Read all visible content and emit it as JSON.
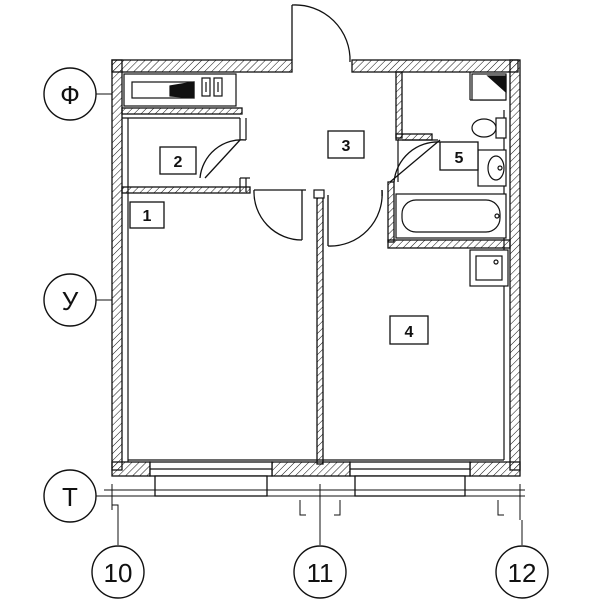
{
  "axes": {
    "rows": [
      {
        "id": "f",
        "label": "Ф"
      },
      {
        "id": "u",
        "label": "У"
      },
      {
        "id": "t",
        "label": "Т"
      }
    ],
    "columns": [
      {
        "id": "10",
        "label": "10"
      },
      {
        "id": "11",
        "label": "11"
      },
      {
        "id": "12",
        "label": "12"
      }
    ]
  },
  "rooms": [
    {
      "id": "1",
      "label": "1"
    },
    {
      "id": "2",
      "label": "2"
    },
    {
      "id": "3",
      "label": "3"
    },
    {
      "id": "4",
      "label": "4"
    },
    {
      "id": "5",
      "label": "5"
    }
  ],
  "colors": {
    "line": "#111111",
    "wall_fill": "#ffffff",
    "background": "#ffffff"
  }
}
